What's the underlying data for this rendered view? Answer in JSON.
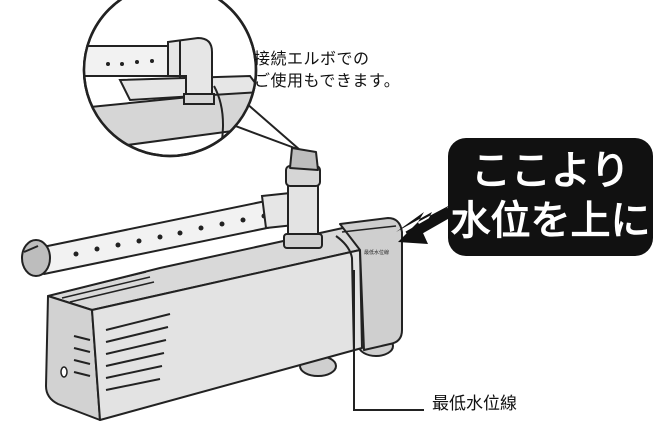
{
  "callout_note": {
    "line1": "接続エルボでの",
    "line2": "ご使用もできます。"
  },
  "water_level_callout": {
    "line1": "ここより",
    "line2": "水位を上に"
  },
  "min_water_line_label": "最低水位線",
  "colors": {
    "body_gray": "#e3e3e3",
    "shade_gray": "#cfcfcf",
    "dark_gray": "#bdbdbd",
    "outline": "#222222",
    "callout_bg": "#111111",
    "callout_text": "#ffffff"
  }
}
